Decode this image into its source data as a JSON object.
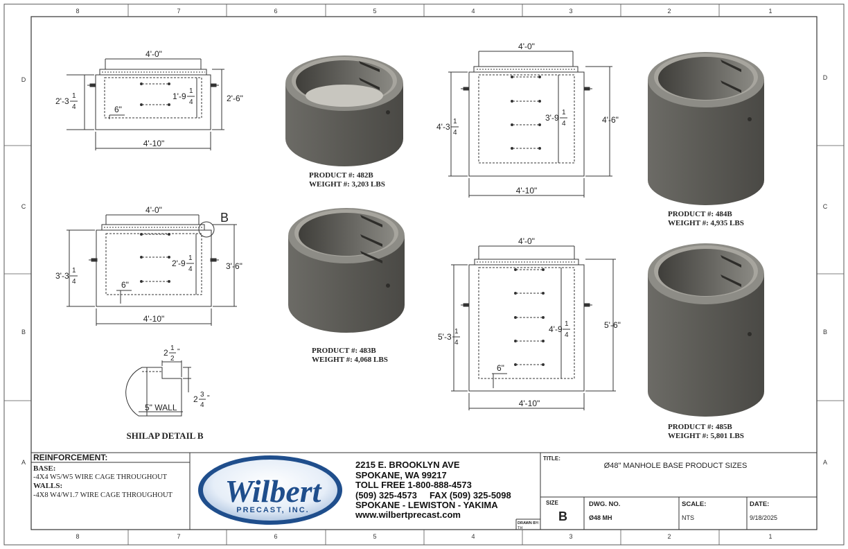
{
  "border": {
    "columns": [
      "8",
      "7",
      "6",
      "5",
      "4",
      "3",
      "2",
      "1"
    ],
    "rows": [
      "D",
      "C",
      "B",
      "A"
    ]
  },
  "views": {
    "v482": {
      "top_dia": "4'-0\"",
      "bottom_dia": "4'-10\"",
      "overall_h": "2'-6\"",
      "inner_h_whole": "2'-3",
      "inner_h_num": "1",
      "inner_h_den": "4",
      "step_whole": "1'-9",
      "step_num": "1",
      "step_den": "4",
      "base": "6\""
    },
    "v483": {
      "top_dia": "4'-0\"",
      "bottom_dia": "4'-10\"",
      "overall_h": "3'-6\"",
      "inner_h_whole": "3'-3",
      "inner_h_num": "1",
      "inner_h_den": "4",
      "step_whole": "2'-9",
      "step_num": "1",
      "step_den": "4",
      "base": "6\"",
      "detail_tag": "B"
    },
    "v484": {
      "top_dia": "4'-0\"",
      "bottom_dia": "4'-10\"",
      "overall_h": "4'-6\"",
      "inner_h_whole": "4'-3",
      "inner_h_num": "1",
      "inner_h_den": "4",
      "step_whole": "3'-9",
      "step_num": "1",
      "step_den": "4"
    },
    "v485": {
      "top_dia": "4'-0\"",
      "bottom_dia": "4'-10\"",
      "overall_h": "5'-6\"",
      "inner_h_whole": "5'-3",
      "inner_h_num": "1",
      "inner_h_den": "4",
      "step_whole": "4'-9",
      "step_num": "1",
      "step_den": "4",
      "base": "6\""
    }
  },
  "products": [
    {
      "product": "PRODUCT #: 482B",
      "weight": "WEIGHT #: 3,203 LBS"
    },
    {
      "product": "PRODUCT #: 483B",
      "weight": "WEIGHT #: 4,068 LBS"
    },
    {
      "product": "PRODUCT #: 484B",
      "weight": "WEIGHT #: 4,935 LBS"
    },
    {
      "product": "PRODUCT #: 485B",
      "weight": "WEIGHT #: 5,801 LBS"
    }
  ],
  "detail": {
    "title": "SHILAP DETAIL B",
    "wall": "5\" WALL",
    "dim_a_whole": "2",
    "dim_a_num": "1",
    "dim_a_den": "2",
    "dim_b_whole": "2",
    "dim_b_num": "3",
    "dim_b_den": "4"
  },
  "title_block": {
    "reinforcement_header": "REINFORCEMENT:",
    "base_label": "BASE:",
    "base_spec": "-4X4 W5/W5 WIRE CAGE THROUGHOUT",
    "walls_label": "WALLS:",
    "walls_spec": "-4X8 W4/W1.7 WIRE CAGE THROUGHOUT",
    "logo_main": "Wilbert",
    "logo_sub": "PRECAST, INC.",
    "address": [
      "2215 E. BROOKLYN AVE",
      "SPOKANE, WA 99217",
      "TOLL FREE 1-800-888-4573",
      "(509) 325-4573     FAX (509) 325-5098",
      "SPOKANE - LEWISTON - YAKIMA",
      "www.wilbertprecast.com"
    ],
    "drawn_by_label": "DRAWN BY:",
    "drawn_by": "TH",
    "title_label": "TITLE:",
    "title": "Ø48\" MANHOLE BASE PRODUCT SIZES",
    "size_label": "SIZE",
    "size": "B",
    "dwg_label": "DWG. NO.",
    "dwg": "Ø48 MH",
    "scale_label": "SCALE:",
    "scale": "NTS",
    "date_label": "DATE:",
    "date": "9/18/2025"
  },
  "colors": {
    "line": "#333333",
    "concrete_dark": "#5b5a55",
    "concrete_light": "#b9b7b0",
    "logo_blue": "#1f4e8c"
  }
}
